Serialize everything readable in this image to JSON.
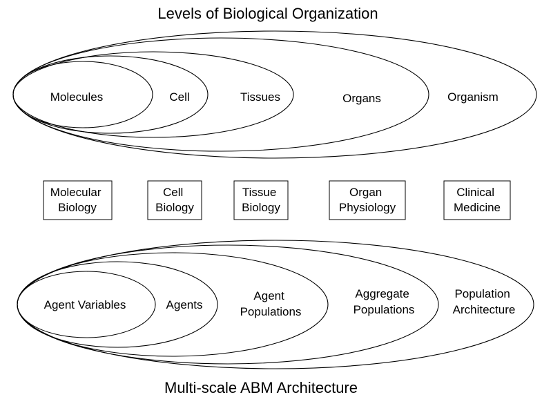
{
  "top_title": "Levels of Biological Organization",
  "bottom_title": "Multi-scale ABM Architecture",
  "biological_levels": [
    {
      "lines": [
        "Molecules"
      ]
    },
    {
      "lines": [
        "Cell"
      ]
    },
    {
      "lines": [
        "Tissues"
      ]
    },
    {
      "lines": [
        "Organs"
      ]
    },
    {
      "lines": [
        "Organism"
      ]
    }
  ],
  "disciplines": [
    {
      "lines": [
        "Molecular",
        "Biology"
      ]
    },
    {
      "lines": [
        "Cell",
        "Biology"
      ]
    },
    {
      "lines": [
        "Tissue",
        "Biology"
      ]
    },
    {
      "lines": [
        "Organ",
        "Physiology"
      ]
    },
    {
      "lines": [
        "Clinical",
        "Medicine"
      ]
    }
  ],
  "abm_levels": [
    {
      "lines": [
        "Agent Variables"
      ]
    },
    {
      "lines": [
        "Agents"
      ]
    },
    {
      "lines": [
        "Agent",
        "Populations"
      ]
    },
    {
      "lines": [
        "Aggregate",
        "Populations"
      ]
    },
    {
      "lines": [
        "Population",
        "Architecture"
      ]
    }
  ]
}
